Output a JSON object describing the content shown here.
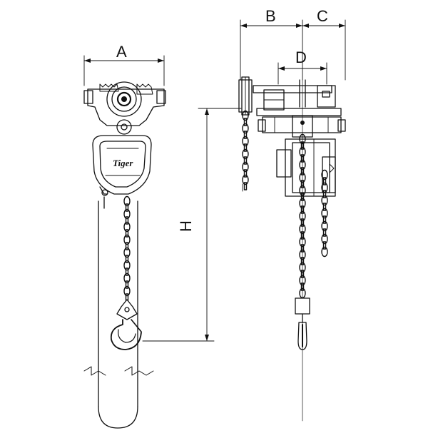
{
  "diagram": {
    "dimensions": {
      "a": "A",
      "b": "B",
      "c": "C",
      "d": "D",
      "h": "H"
    },
    "logo": "Tiger",
    "stroke_color": "#111111",
    "background_color": "#ffffff"
  }
}
